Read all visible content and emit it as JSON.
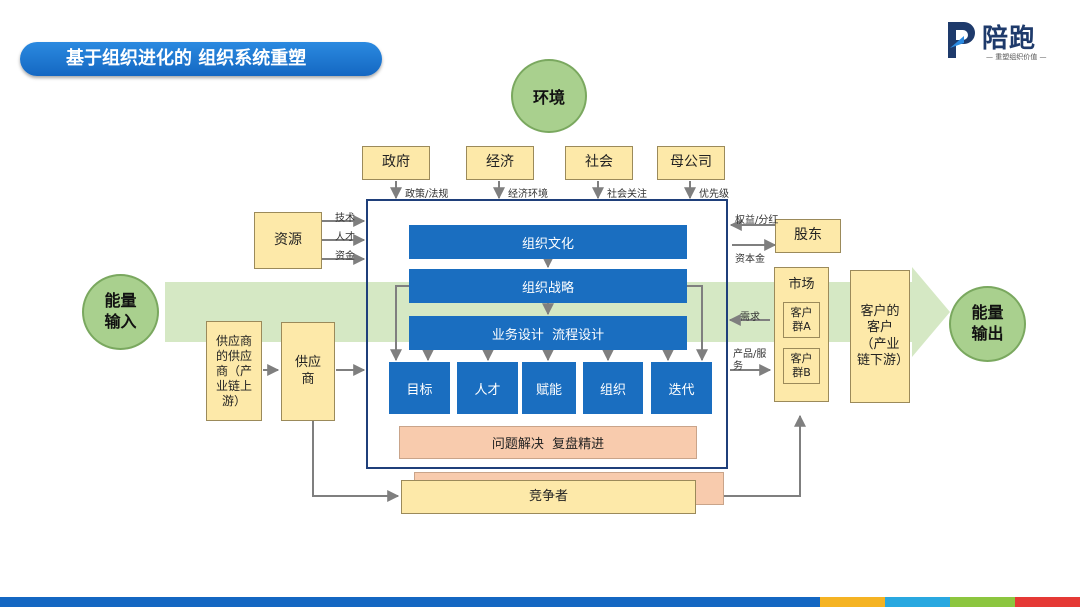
{
  "title": "基于组织进化的 组织系统重塑",
  "logo": {
    "name": "陪跑",
    "tagline": "— 重塑组织价值 —"
  },
  "environment": "环境",
  "env_sources": [
    {
      "label": "政府",
      "flow": "政策/法规"
    },
    {
      "label": "经济",
      "flow": "经济环境"
    },
    {
      "label": "社会",
      "flow": "社会关注"
    },
    {
      "label": "母公司",
      "flow": "优先级"
    }
  ],
  "resources": {
    "label": "资源",
    "flows": [
      "技术",
      "人才",
      "资金"
    ]
  },
  "shareholders": {
    "label": "股东",
    "flow_out": "权益/分红",
    "flow_in": "资本金"
  },
  "energy_in": "能量输入",
  "energy_out": "能量输出",
  "core": {
    "culture": "组织文化",
    "strategy": "组织战略",
    "design": "业务设计  流程设计",
    "elements": [
      "目标",
      "人才",
      "赋能",
      "组织",
      "迭代"
    ],
    "problem": "问题解决  复盘精进"
  },
  "supplier_upstream": "供应商的供应商（产业链上游）",
  "supplier": "供应商",
  "market": {
    "label": "市场",
    "groups": [
      "客户群A",
      "客户群B"
    ],
    "flow_demand": "需求",
    "flow_products": "产品/服务"
  },
  "customer_downstream": "客户的客户（产业链下游）",
  "competitor": "竞争者",
  "colors": {
    "accent_blue": "#1a6ec0",
    "box_yellow": "#fde9a9",
    "circle_green": "#a9d08e",
    "band_green": "#d5e8c4",
    "problem_peach": "#f8cbad"
  }
}
